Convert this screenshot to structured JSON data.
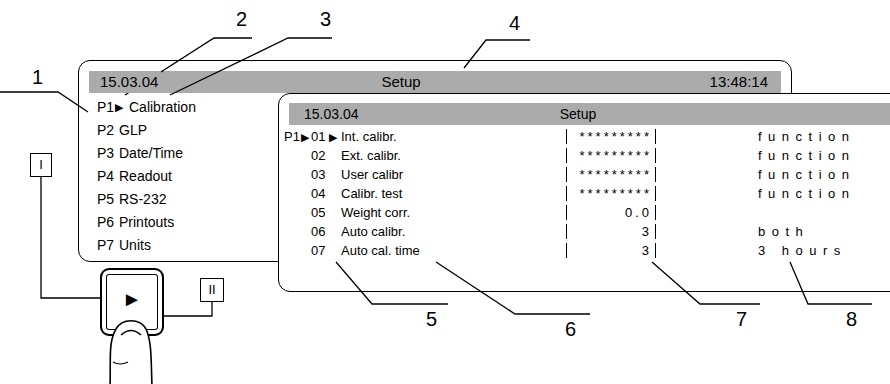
{
  "diagram": {
    "nodes": [
      {
        "text": [
          "P1",
          "▶",
          "Calibration",
          "P2",
          "GLP",
          "P3",
          "Date/Time",
          "P4",
          "Readout",
          "P5",
          "RS-232",
          "P6",
          "Printouts",
          "P7",
          "Units"
        ]
      },
      {
        "text": [
          "15.03.04",
          "Setup",
          "13:48:14"
        ],
        "in": 0
      },
      {
        "text": [
          "P1",
          "▶",
          "01",
          "▶",
          "Int. calibr.",
          "*********",
          "function",
          "02",
          "Ext. calibr.",
          "*********",
          "function",
          "03",
          "User calibr",
          "*********",
          "function",
          "04",
          "Calibr. test",
          "*********",
          "function",
          "05",
          "Weight corr.",
          "0.0",
          "06",
          "Auto calibr.",
          "3",
          "both",
          "07",
          "Auto cal. time",
          "3",
          "3 hours"
        ]
      },
      {
        "text": [
          "15.03.04",
          "Setup"
        ],
        "in": 2
      },
      {
        "text": [
          "I"
        ]
      },
      {
        "text": [
          "II"
        ]
      },
      {
        "text": [
          "►"
        ]
      }
    ],
    "edges": [
      {
        "from": 4,
        "to": 6,
        "arrow": "none"
      },
      {
        "from": 5,
        "to": 6,
        "arrow": "none"
      }
    ],
    "labels": [
      "1",
      "2",
      "3",
      "4",
      "5",
      "6",
      "7",
      "8"
    ]
  }
}
